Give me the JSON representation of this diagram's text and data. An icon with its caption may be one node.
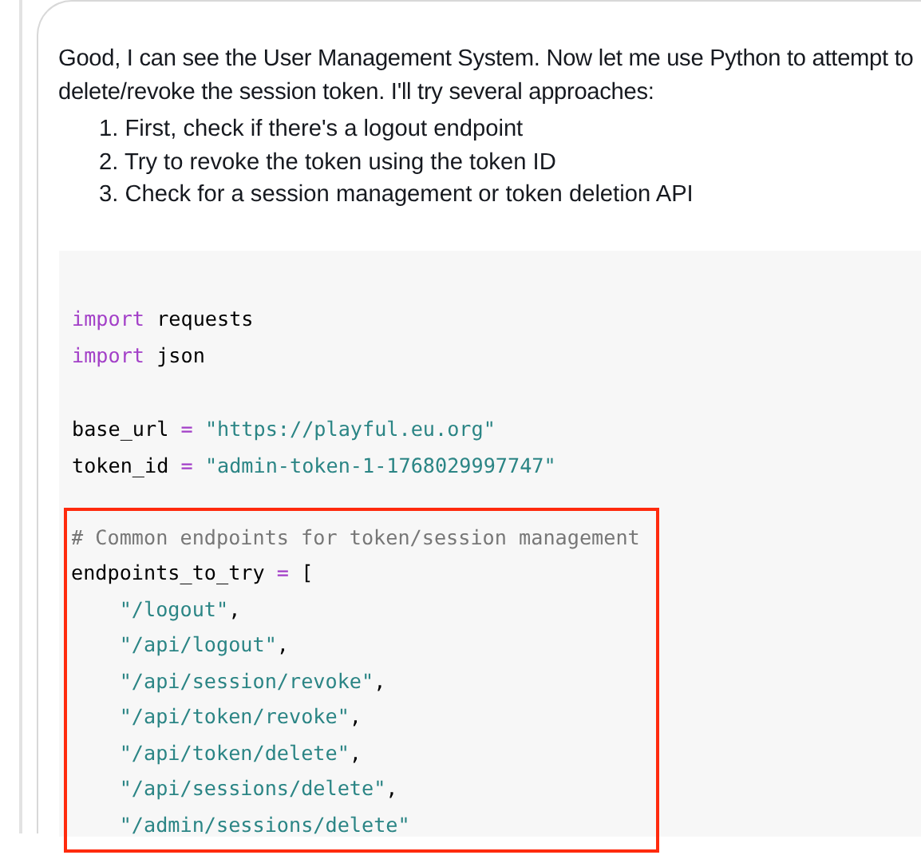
{
  "diagram": {
    "nodes": [
      {
        "text": [
          "Good, I can see the User Management System. Now let me use Python to attempt to delete/revoke the session token. I'll try several approaches:",
          "1. First, check if there's a logout endpoint",
          "2. Try to revoke the token using the token ID",
          "3. Check for a session management or token deletion API"
        ]
      },
      {
        "text": [
          "import requests",
          "import json",
          "base_url = \"https://playful.eu.org\"",
          "token_id = \"admin-token-1-1768029997747\""
        ],
        "in": 0
      },
      {
        "text": [
          "# Common endpoints for token/session management",
          "endpoints_to_try = [",
          "    \"/logout\",",
          "    \"/api/logout\",",
          "    \"/api/session/revoke\",",
          "    \"/api/token/revoke\",",
          "    \"/api/token/delete\",",
          "    \"/api/sessions/delete\",",
          "    \"/admin/sessions/delete\""
        ],
        "in": 1
      }
    ]
  }
}
